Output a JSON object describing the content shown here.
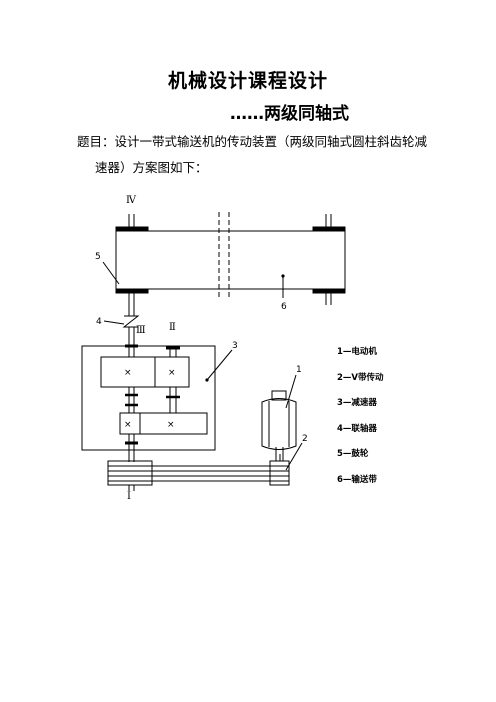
{
  "document": {
    "title": "机械设计课程设计",
    "subtitle": "……两级同轴式",
    "task_line1": "题目：设计一带式输送机的传动装置（两级同轴式圆柱斜齿轮减",
    "task_line2": "速器）方案图如下："
  },
  "diagram": {
    "roman": {
      "IV": "Ⅳ",
      "III": "Ⅲ",
      "II": "Ⅱ",
      "I": "Ⅰ"
    },
    "callouts": {
      "n1": "1",
      "n2": "2",
      "n3": "3",
      "n4": "4",
      "n5": "5",
      "n6": "6"
    },
    "gear_mark": "×",
    "legend": [
      "1—电动机",
      "2—V带传动",
      "3—减速器",
      "4—联轴器",
      "5—鼓轮",
      "6—输送带"
    ]
  }
}
